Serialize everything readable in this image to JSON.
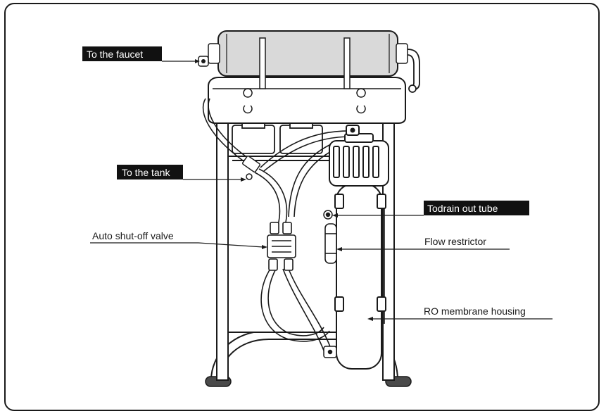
{
  "diagram": {
    "labels": {
      "faucet": "To the faucet",
      "tank": "To the tank",
      "drain": "Todrain out tube",
      "valve": "Auto shut-off valve",
      "restrictor": "Flow restrictor",
      "membrane": "RO membrane housing"
    }
  },
  "colors": {
    "outline": "#1a1a1a",
    "label_bg": "#111111",
    "label_text": "#ffffff",
    "filter_fill": "#d9d9d9",
    "foot_fill": "#4a4a4a"
  }
}
